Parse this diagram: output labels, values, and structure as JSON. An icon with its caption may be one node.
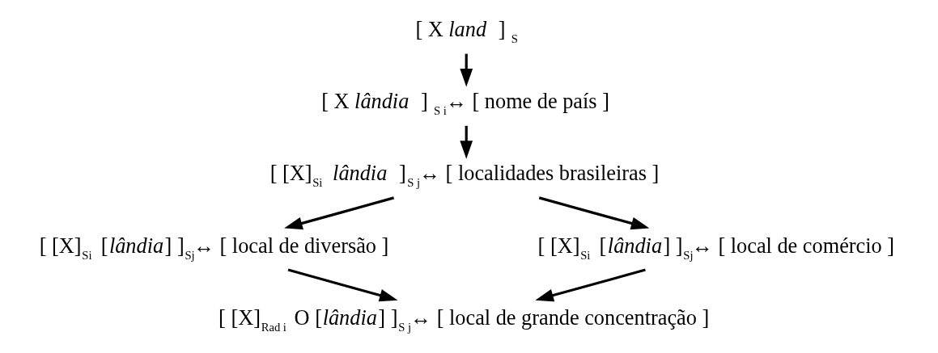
{
  "diagram": {
    "nodes": [
      {
        "text": [
          "[ X *land* ] $_{S}$"
        ]
      },
      {
        "text": [
          "[ X *lândia* ] $_{S i}$↔ [ nome de país ]"
        ]
      },
      {
        "text": [
          "[ [X]$_{Si}$ *lândia* ]$_{S j}$↔ [ localidades brasileiras ]"
        ]
      },
      {
        "text": [
          "[ [X]$_{Si}$ [*lândia*] ]$_{Sj}$↔ [ local de diversão ]"
        ]
      },
      {
        "text": [
          "[ [X]$_{Si}$ [*lândia*] ]$_{Sj}$↔ [ local de comércio ]"
        ]
      },
      {
        "text": [
          "[ [X]$_{Rad i}$ O [*lândia*] ]$_{S j}$↔ [ local de grande concentração ]"
        ]
      }
    ],
    "edges": [
      {
        "from": 0,
        "to": 1,
        "arrow": "to"
      },
      {
        "from": 1,
        "to": 2,
        "arrow": "to"
      },
      {
        "from": 2,
        "to": 3,
        "arrow": "to"
      },
      {
        "from": 2,
        "to": 4,
        "arrow": "to"
      },
      {
        "from": 3,
        "to": 5,
        "arrow": "to"
      },
      {
        "from": 4,
        "to": 5,
        "arrow": "to"
      }
    ]
  }
}
